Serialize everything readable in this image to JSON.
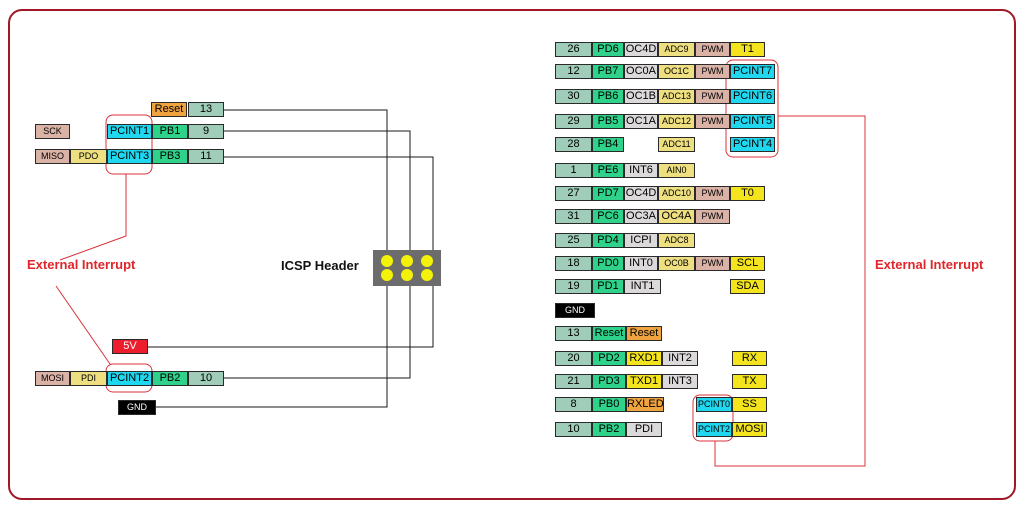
{
  "colors": {
    "frame": "#a01828",
    "pin_number": "#9fcdb9",
    "port": "#2ed28a",
    "pcint": "#1fd7ee",
    "alt_function": "#dcd9da",
    "adc": "#eedf80",
    "pwm": "#dbb2a6",
    "signal": "#f4e41e",
    "reset_orange": "#f0a440",
    "power_red": "#ec1d2c",
    "ground_black": "#000000",
    "annotation_red": "#e0262b",
    "icsp_header": "#6c6c6c",
    "icsp_pins": "#f2f20a"
  },
  "labels": {
    "icsp_header": "ICSP Header",
    "external_interrupt_left": "External Interrupt",
    "external_interrupt_right": "External Interrupt"
  },
  "left_pins": {
    "reset_label": "Reset",
    "reset_num": "13",
    "sck": "SCK",
    "pcint1": "PCINT1",
    "pb1": "PB1",
    "pin9": "9",
    "miso": "MISO",
    "pdo": "PDO",
    "pcint3": "PCINT3",
    "pb3": "PB3",
    "pin11": "11",
    "v5": "5V",
    "mosi": "MOSI",
    "pdi": "PDI",
    "pcint2": "PCINT2",
    "pb2": "PB2",
    "pin10": "10",
    "gnd": "GND"
  },
  "right_pins": [
    [
      "26",
      "PD6",
      "OC4D",
      "ADC9",
      "PWM",
      "T1"
    ],
    [
      "12",
      "PB7",
      "OC0A",
      "OC1C",
      "PWM",
      "PCINT7"
    ],
    [
      "30",
      "PB6",
      "OC1B",
      "ADC13",
      "PWM",
      "PCINT6"
    ],
    [
      "29",
      "PB5",
      "OC1A",
      "ADC12",
      "PWM",
      "PCINT5"
    ],
    [
      "28",
      "PB4",
      "ADC11",
      "PCINT4"
    ],
    [
      "1",
      "PE6",
      "INT6",
      "AIN0"
    ],
    [
      "27",
      "PD7",
      "OC4D",
      "ADC10",
      "PWM",
      "T0"
    ],
    [
      "31",
      "PC6",
      "OC3A",
      "OC4A",
      "PWM"
    ],
    [
      "25",
      "PD4",
      "ICPI",
      "ADC8"
    ],
    [
      "18",
      "PD0",
      "INT0",
      "OC0B",
      "PWM",
      "SCL"
    ],
    [
      "19",
      "PD1",
      "INT1",
      "SDA"
    ],
    [
      "GND"
    ],
    [
      "13",
      "Reset",
      "Reset"
    ],
    [
      "20",
      "PD2",
      "RXD1",
      "INT2",
      "RX"
    ],
    [
      "21",
      "PD3",
      "TXD1",
      "INT3",
      "TX"
    ],
    [
      "8",
      "PB0",
      "RXLED",
      "PCINT0",
      "SS"
    ],
    [
      "10",
      "PB2",
      "PDI",
      "PCINT2",
      "MOSI"
    ]
  ]
}
